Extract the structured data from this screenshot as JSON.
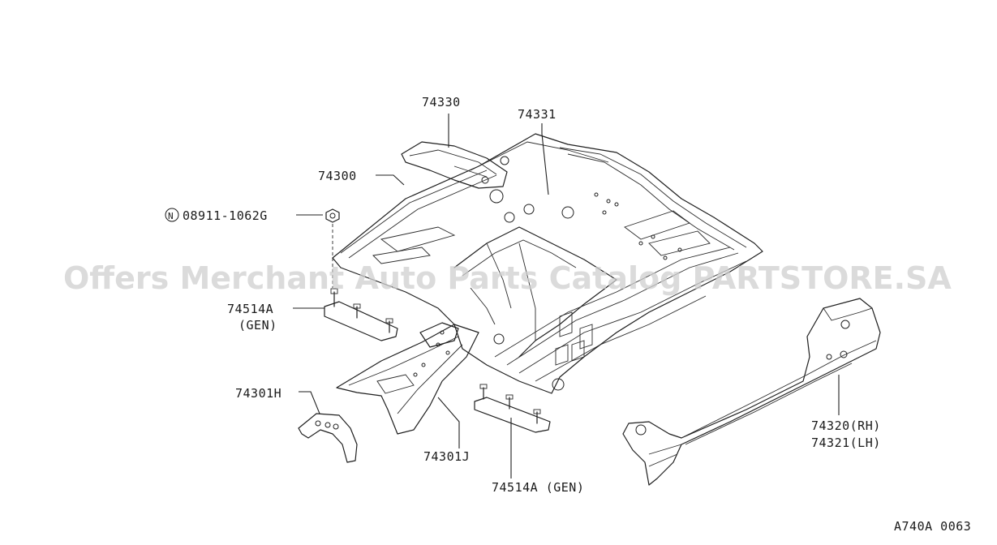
{
  "labels": {
    "l74330": "74330",
    "l74331": "74331",
    "l74300": "74300",
    "nut_circle": "N",
    "nut_part": "08911-1062G",
    "l74514a_left": "74514A",
    "gen_left": "(GEN)",
    "l74301h": "74301H",
    "l74301j": "74301J",
    "l74514a_bottom": "74514A (GEN)",
    "l74320": "74320(RH)",
    "l74321": "74321(LH)",
    "catalog_code": "A740A 0063"
  },
  "watermark": "Offers Merchant Auto Parts Catalog PARTSTORE.SA"
}
